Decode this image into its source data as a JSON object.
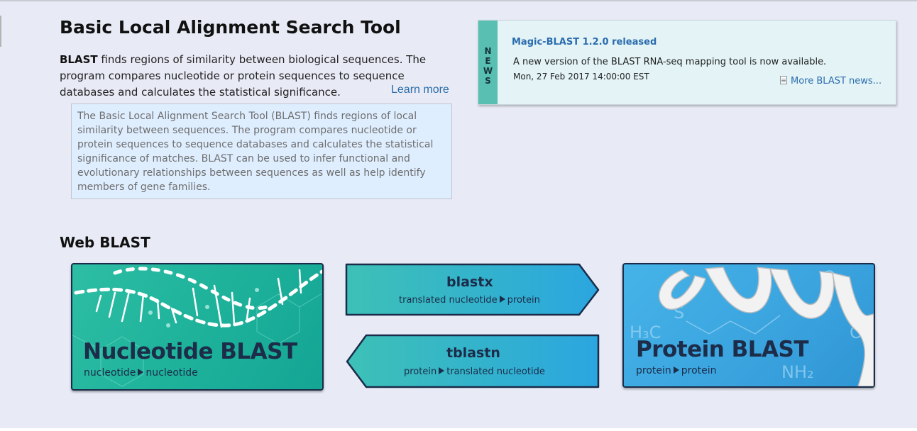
{
  "header": {
    "title": "Basic Local Alignment Search Tool",
    "intro_bold": "BLAST",
    "intro_rest": " finds regions of similarity between biological sequences. The program compares nucleotide or protein sequences to sequence databases and calculates the statistical significance.",
    "learn_more": "Learn more",
    "description": "The Basic Local Alignment Search Tool (BLAST) finds regions of local similarity between sequences. The program compares nucleotide or protein sequences to sequence databases and calculates the statistical significance of matches. BLAST can be used to infer functional and evolutionary relationships between sequences as well as help identify members of gene families."
  },
  "news": {
    "tab_letters": [
      "N",
      "E",
      "W",
      "S"
    ],
    "title": "Magic-BLAST 1.2.0 released",
    "body": "A new version of the BLAST RNA-seq mapping tool is now available.",
    "date": "Mon, 27 Feb 2017 14:00:00 EST",
    "more_link": "More BLAST news...",
    "more_icon": "document-icon"
  },
  "web_blast": {
    "section_title": "Web BLAST",
    "nucleotide": {
      "title": "Nucleotide BLAST",
      "from": "nucleotide",
      "to": "nucleotide"
    },
    "blastx": {
      "title": "blastx",
      "from": "translated nucleotide",
      "to": "protein"
    },
    "tblastn": {
      "title": "tblastn",
      "from": "protein",
      "to": "translated nucleotide"
    },
    "protein": {
      "title": "Protein BLAST",
      "from": "protein",
      "to": "protein"
    },
    "art_chem_labels": {
      "s": "S",
      "o": "O",
      "h3c": "H₃C",
      "nh2": "NH₂",
      "oh": "OH"
    }
  },
  "colors": {
    "page_bg": "#e8ebf6",
    "link": "#2c6ca8",
    "news_tab": "#58bfb2",
    "nucleotide_tile": "#1db19a",
    "protein_tile": "#3aa3de",
    "tile_text": "#1c2c49"
  }
}
